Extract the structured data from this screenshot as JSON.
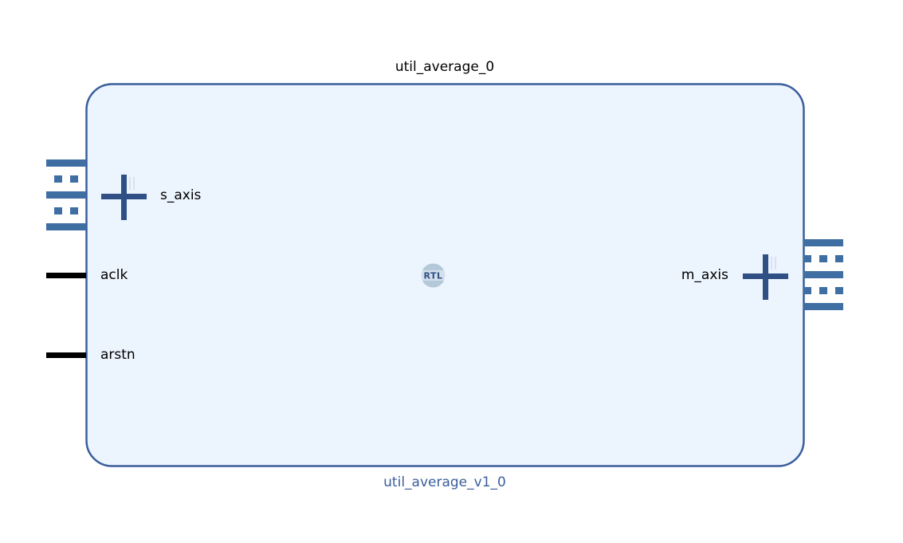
{
  "block": {
    "instance_name": "util_average_0",
    "ip_name": "util_average_v1_0",
    "rtl_badge": "RTL"
  },
  "ports": {
    "s_axis": "s_axis",
    "aclk": "aclk",
    "arstn": "arstn",
    "m_axis": "m_axis"
  },
  "colors": {
    "block_fill": "#ecf4fe",
    "block_border": "#3a5e9c",
    "bus_stripe": "#3f6ea3",
    "bus_expand": "#2f4f85",
    "wire": "#000000",
    "ip_name_text": "#3a5e9c",
    "rtl_badge": "#b3c8d8",
    "rtl_text": "#2f4f85"
  },
  "icons": {
    "interface_bus": "axi-stream-bus-icon",
    "expand": "plus-expand-icon",
    "rtl": "rtl-badge-icon"
  }
}
